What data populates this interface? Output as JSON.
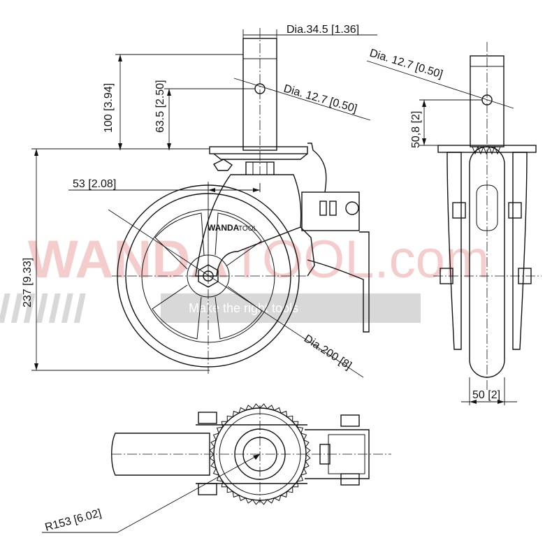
{
  "watermark": {
    "brand_bold": "WANDA",
    "brand_light": "TOOL.com",
    "tagline": "Make the right tools"
  },
  "label_on_part": {
    "bold": "WANDA",
    "light": "TOOL"
  },
  "dimensions": {
    "stem_dia": "Dia.34.5 [1.36]",
    "top_height": "100 [3.94]",
    "hole_height": "63.5 [2.50]",
    "hole_dia_front": "Dia. 12.7 [0.50]",
    "hole_dia_side": "Dia. 12.7 [0.50]",
    "side_hole_height": "50,8 [2]",
    "offset": "53 [2.08]",
    "total_height": "237 [9.33]",
    "wheel_dia": "Dia.200 [8]",
    "wheel_width": "50 [2]",
    "swivel_radius": "R153 [6.02]"
  },
  "colors": {
    "line": "#111111",
    "watermark": "#f4cccc",
    "watermark_bar": "#d8d8d8"
  }
}
